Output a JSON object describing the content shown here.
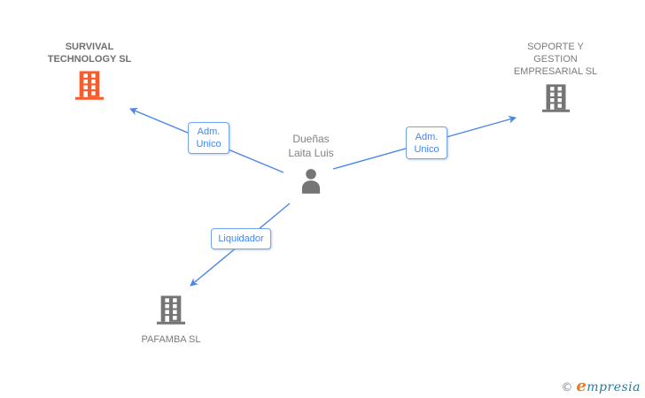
{
  "diagram": {
    "person": {
      "label": [
        "Dueñas",
        "Laita Luis"
      ]
    },
    "companies": {
      "survival": {
        "label": [
          "SURVIVAL",
          "TECHNOLOGY SL"
        ],
        "icon_color": "#f95b2b",
        "highlighted": true
      },
      "soporte": {
        "label": [
          "SOPORTE Y",
          "GESTION",
          "EMPRESARIAL SL"
        ],
        "icon_color": "#757575",
        "highlighted": false
      },
      "pafamba": {
        "label": [
          "PAFAMBA SL"
        ],
        "icon_color": "#757575",
        "highlighted": false
      }
    },
    "edges": {
      "survival": {
        "label": [
          "Adm.",
          "Unico"
        ]
      },
      "soporte": {
        "label": [
          "Adm.",
          "Unico"
        ]
      },
      "pafamba": {
        "label": [
          "Liquidador"
        ]
      }
    }
  },
  "footer": {
    "copyright_symbol": "©",
    "brand_first_letter": "e",
    "brand_rest": "mpresia"
  },
  "colors": {
    "edge_blue": "#4a86e8",
    "label_border_blue": "#74a1ec",
    "label_text_blue": "#4285f4",
    "company_text_gray": "#7b7b7b",
    "icon_gray": "#757575",
    "highlight_orange": "#f95b2b",
    "logo_orange": "#f07a1d",
    "logo_teal": "#267c9e"
  }
}
